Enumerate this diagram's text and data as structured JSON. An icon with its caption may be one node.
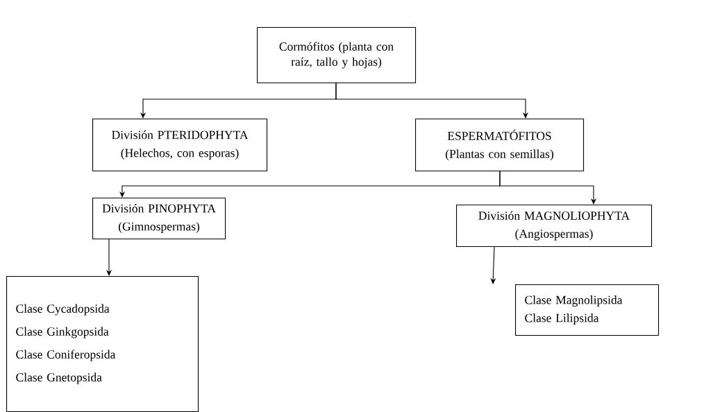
{
  "diagram": {
    "nodes": [
      {
        "text": [
          "Cormófitos (planta con raíz, tallo y hojas)"
        ]
      },
      {
        "text": [
          "División PTERIDOPHYTA",
          "(Helechos, con esporas)"
        ]
      },
      {
        "text": [
          "ESPERMATÓFITOS",
          "(Plantas con semillas)"
        ]
      },
      {
        "text": [
          "División PINOPHYTA",
          "(Gimnospermas)"
        ]
      },
      {
        "text": [
          "División MAGNOLIOPHYTA",
          "(Angiospermas)"
        ]
      },
      {
        "text": [
          "Clase Cycadopsida",
          "Clase Ginkgopsida",
          "Clase Coniferopsida",
          "Clase Gnetopsida"
        ]
      },
      {
        "text": [
          "Clase Magnolipsida",
          "Clase Lilipsida"
        ]
      }
    ],
    "edges": [
      {
        "from": 0,
        "to": 1,
        "arrow": "to"
      },
      {
        "from": 0,
        "to": 2,
        "arrow": "to"
      },
      {
        "from": 2,
        "to": 3,
        "arrow": "to"
      },
      {
        "from": 2,
        "to": 4,
        "arrow": "to"
      },
      {
        "from": 3,
        "to": 5,
        "arrow": "to"
      },
      {
        "from": 4,
        "to": 6,
        "arrow": "to"
      }
    ]
  }
}
